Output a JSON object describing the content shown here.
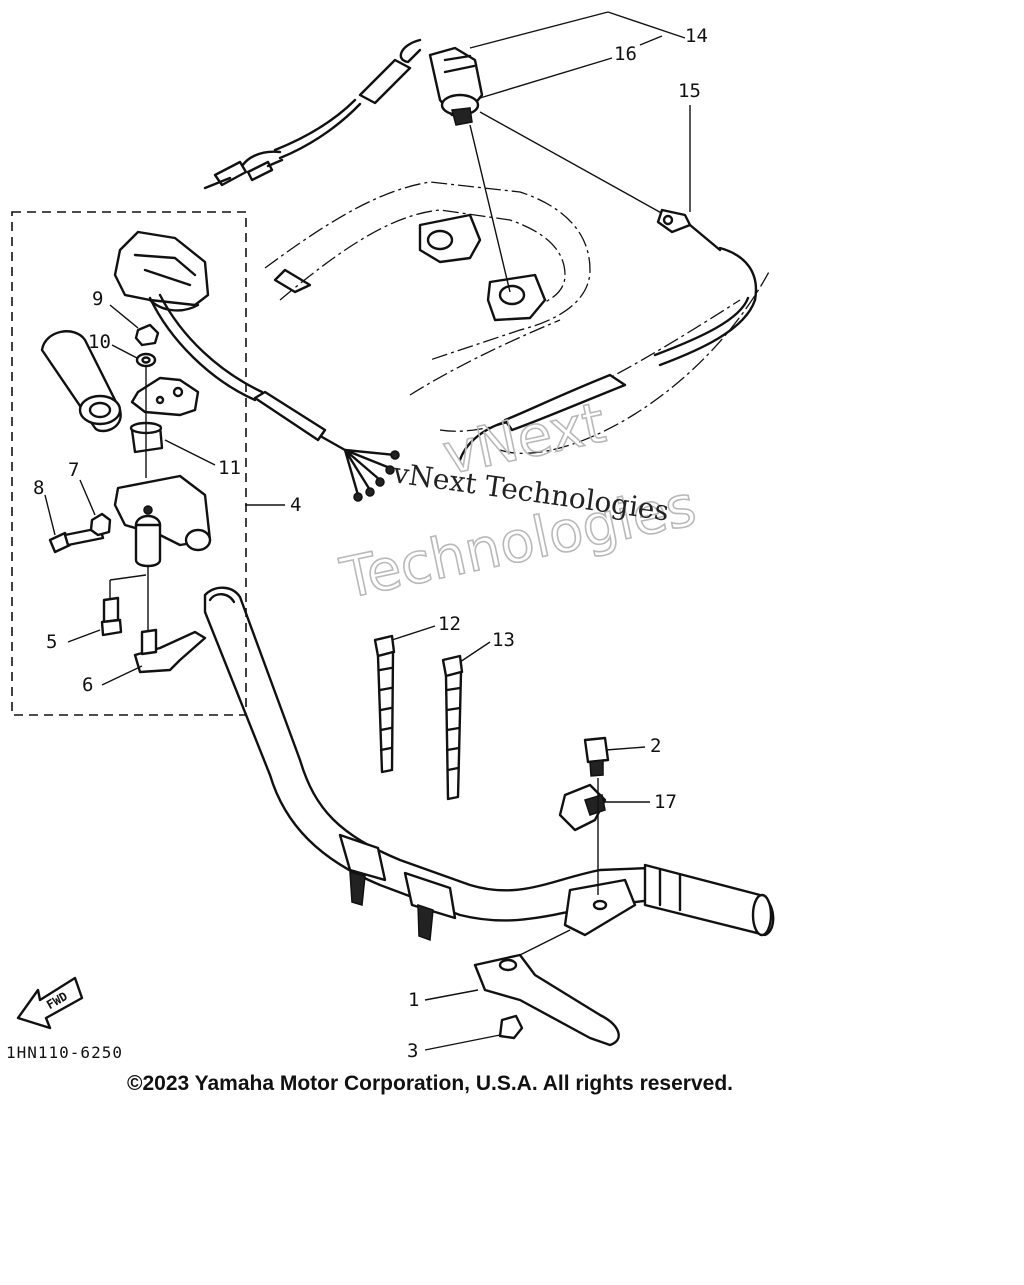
{
  "diagram": {
    "callouts": [
      "1",
      "2",
      "3",
      "4",
      "5",
      "6",
      "7",
      "8",
      "9",
      "10",
      "11",
      "12",
      "13",
      "14",
      "15",
      "16",
      "17"
    ],
    "direction_arrow": "FWD",
    "diagram_code": "1HN110-6250",
    "watermark": {
      "outline_line1": "vNext",
      "outline_line2": "Technologies",
      "overlay_text": "vNext Technologies"
    }
  },
  "footer": {
    "copyright": "©2023 Yamaha Motor Corporation, U.S.A. All rights reserved."
  }
}
